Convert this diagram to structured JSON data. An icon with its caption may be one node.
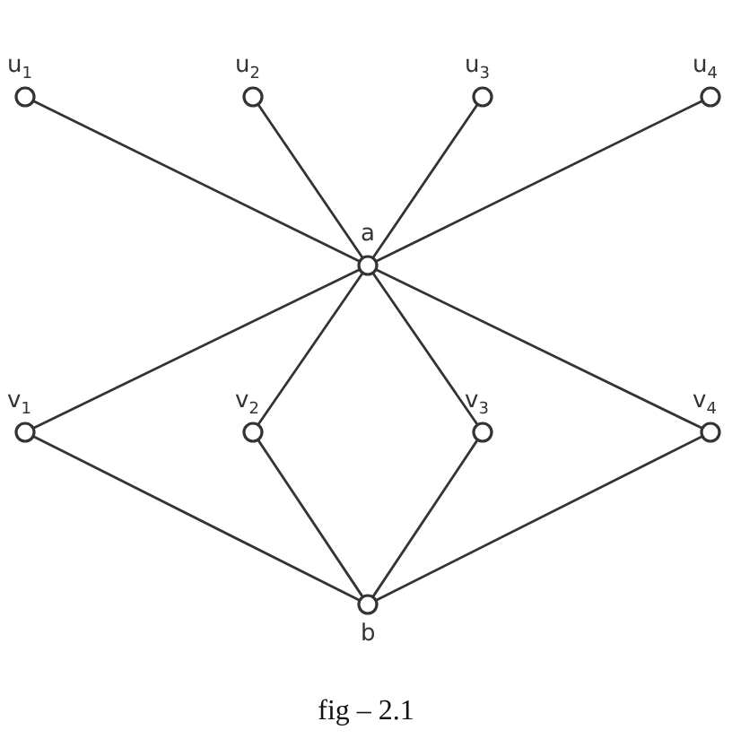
{
  "diagram": {
    "caption": "fig – 2.1",
    "nodes": [
      {
        "text": [
          "u$_{1}$"
        ]
      },
      {
        "text": [
          "u$_{2}$"
        ]
      },
      {
        "text": [
          "u$_{3}$"
        ]
      },
      {
        "text": [
          "u$_{4}$"
        ]
      },
      {
        "text": [
          "a"
        ]
      },
      {
        "text": [
          "v$_{1}$"
        ]
      },
      {
        "text": [
          "v$_{2}$"
        ]
      },
      {
        "text": [
          "v$_{3}$"
        ]
      },
      {
        "text": [
          "v$_{4}$"
        ]
      },
      {
        "text": [
          "b"
        ]
      }
    ],
    "edges": [
      {
        "from": 0,
        "to": 4,
        "arrow": "none"
      },
      {
        "from": 1,
        "to": 4,
        "arrow": "none"
      },
      {
        "from": 2,
        "to": 4,
        "arrow": "none"
      },
      {
        "from": 3,
        "to": 4,
        "arrow": "none"
      },
      {
        "from": 4,
        "to": 5,
        "arrow": "none"
      },
      {
        "from": 4,
        "to": 6,
        "arrow": "none"
      },
      {
        "from": 4,
        "to": 7,
        "arrow": "none"
      },
      {
        "from": 4,
        "to": 8,
        "arrow": "none"
      },
      {
        "from": 5,
        "to": 9,
        "arrow": "none"
      },
      {
        "from": 6,
        "to": 9,
        "arrow": "none"
      },
      {
        "from": 7,
        "to": 9,
        "arrow": "none"
      },
      {
        "from": 8,
        "to": 9,
        "arrow": "none"
      }
    ]
  }
}
